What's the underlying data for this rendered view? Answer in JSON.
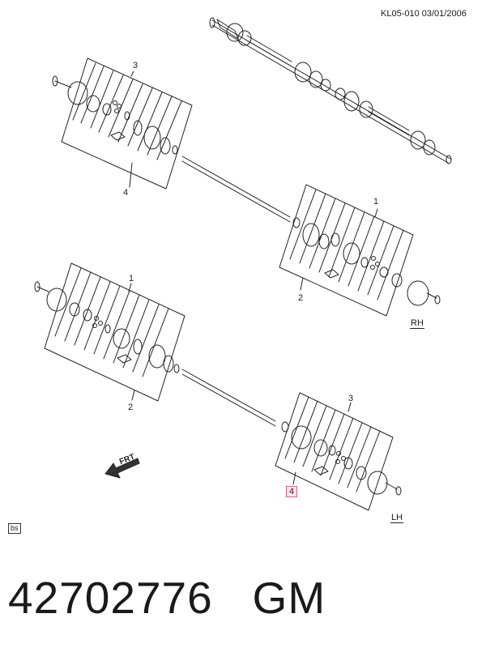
{
  "header": {
    "ref_code": "KL05-010  03/01/2006"
  },
  "callouts": {
    "upper_left_3": "3",
    "upper_left_4": "4",
    "upper_right_1": "1",
    "upper_right_2": "2",
    "lower_left_1": "1",
    "lower_left_2": "2",
    "lower_right_3": "3",
    "lower_right_4": "4"
  },
  "labels": {
    "rh": "RH",
    "lh": "LH",
    "frt": "FRT",
    "bs": "bs"
  },
  "footer": {
    "part_number": "42702776",
    "brand": "GM",
    "text": "42702776   GM"
  },
  "colors": {
    "line": "#222222",
    "highlight_border": "#e0607a",
    "highlight_fill": "#fde8ee"
  }
}
